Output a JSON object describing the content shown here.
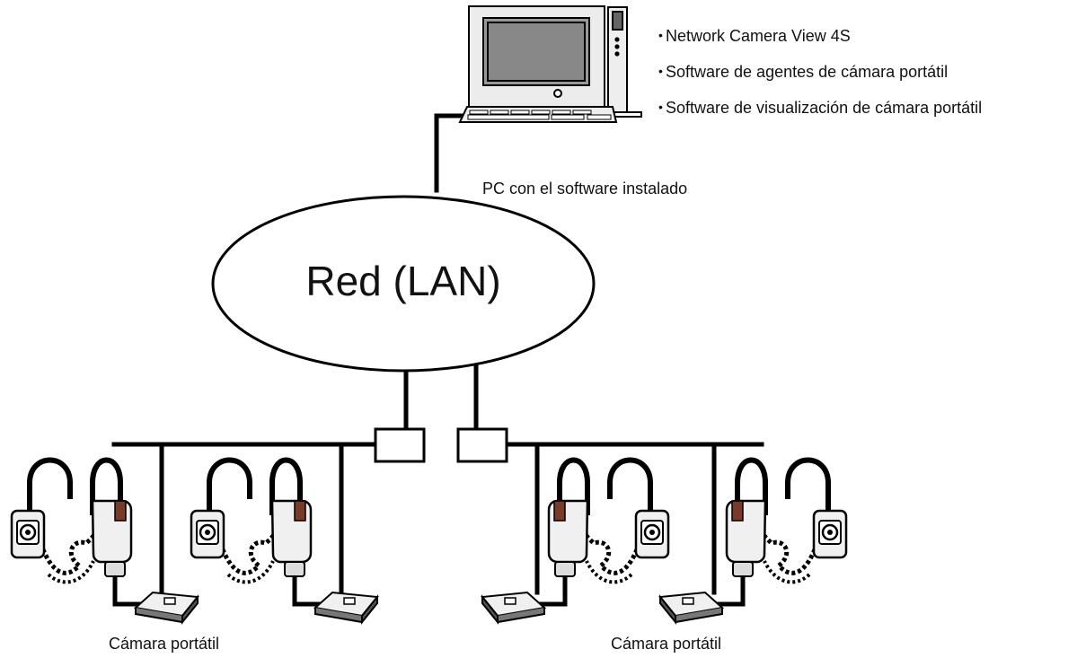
{
  "software": {
    "items": [
      "Network Camera View 4S",
      "Software de agentes de cámara portátil",
      "Software de visualización de cámara portátil"
    ]
  },
  "pc": {
    "label": "PC con el software instalado"
  },
  "network": {
    "label": "Red (LAN)"
  },
  "cameras": {
    "left_label": "Cámara portátil",
    "right_label": "Cámara portátil"
  }
}
